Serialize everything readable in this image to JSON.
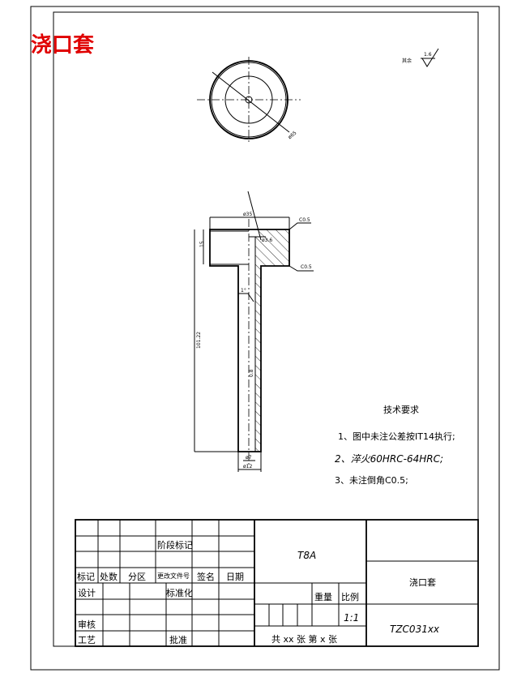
{
  "drawing_title": "浇口套",
  "title_color": "#e00000",
  "roughness": {
    "label": "其余",
    "value": "1.6"
  },
  "dimensions": {
    "top_view_dia": "ø65",
    "head_dia": "ø35",
    "head_height": "15",
    "sprue_dia": "ø3.6",
    "chamfer_top": "C0.5",
    "chamfer_bottom": "C0.5",
    "angle": "1°",
    "total_length": "101.22",
    "roughness_inner": "0.8",
    "bore_dia": "ø7",
    "stem_dia": "ø12"
  },
  "tech_requirements": {
    "heading": "技术要求",
    "items": [
      "1、图中未注公差按IT14执行;",
      "2、淬火60HRC-64HRC;",
      "3、未注倒角C0.5;"
    ]
  },
  "title_block": {
    "stage_mark": "阶段标记",
    "mark": "标记",
    "count": "处数",
    "zone": "分区",
    "change_doc": "更改文件号",
    "signature": "签名",
    "date": "日期",
    "design": "设计",
    "standardization": "标准化",
    "review": "审核",
    "process": "工艺",
    "approve": "批准",
    "material": "T8A",
    "weight": "重量",
    "scale_label": "比例",
    "scale": "1:1",
    "sheets": "共 xx 张  第 x 张",
    "part_name": "浇口套",
    "drawing_no": "TZC031xx"
  }
}
